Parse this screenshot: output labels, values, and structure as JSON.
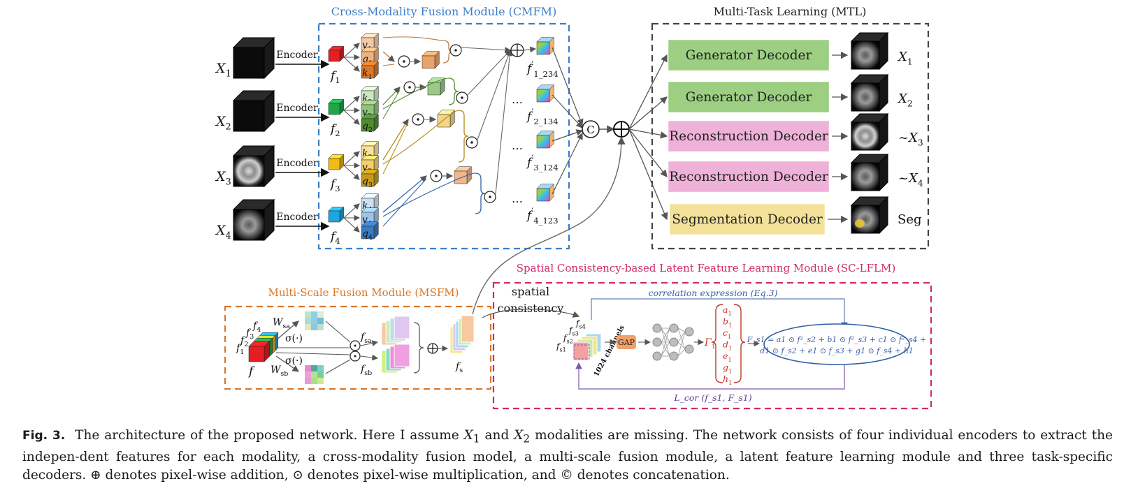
{
  "modules": {
    "cmfm": {
      "title": "Cross-Modality Fusion Module (CMFM)",
      "color": "#3a7ec8"
    },
    "mtl": {
      "title": "Multi-Task Learning (MTL)",
      "color": "#444444"
    },
    "msfm": {
      "title": "Multi-Scale Fusion Module (MSFM)",
      "color": "#d9782a"
    },
    "sclflm": {
      "title": "Spatial Consistency-based Latent Feature Learning Module (SC-LFLM)",
      "color": "#d02a6a"
    }
  },
  "inputs": [
    {
      "label": "X",
      "sub": "1",
      "image": "blank"
    },
    {
      "label": "X",
      "sub": "2",
      "image": "blank"
    },
    {
      "label": "X",
      "sub": "3",
      "image": "brain-mri"
    },
    {
      "label": "X",
      "sub": "4",
      "image": "brain-mri"
    }
  ],
  "encoder_label": "Encoder",
  "features": [
    {
      "label": "f",
      "sub": "1",
      "color": "#e61d23"
    },
    {
      "label": "f",
      "sub": "2",
      "color": "#1fa64b"
    },
    {
      "label": "f",
      "sub": "3",
      "color": "#f1bb17"
    },
    {
      "label": "f",
      "sub": "4",
      "color": "#1ea6e0"
    }
  ],
  "qkv": [
    [
      {
        "l": "v",
        "s": "1"
      },
      {
        "l": "q",
        "s": "1"
      },
      {
        "l": "k",
        "s": "1"
      }
    ],
    [
      {
        "l": "k",
        "s": "2"
      },
      {
        "l": "v",
        "s": "2"
      },
      {
        "l": "q",
        "s": "2"
      }
    ],
    [
      {
        "l": "k",
        "s": "3"
      },
      {
        "l": "v",
        "s": "3"
      },
      {
        "l": "q",
        "s": "3"
      }
    ],
    [
      {
        "l": "k",
        "s": "4"
      },
      {
        "l": "v",
        "s": "4"
      },
      {
        "l": "q",
        "s": "4"
      }
    ]
  ],
  "fused_outputs": [
    {
      "label": "f",
      "prime": "′",
      "sub": "1_234"
    },
    {
      "label": "f",
      "prime": "′",
      "sub": "2_134"
    },
    {
      "label": "f",
      "prime": "′",
      "sub": "3_124"
    },
    {
      "label": "f",
      "prime": "′",
      "sub": "4_123"
    }
  ],
  "ellipsis": "…",
  "symbols": {
    "concat": "C",
    "add": "⊕",
    "mult": "⊙"
  },
  "decoders": [
    {
      "label": "Generator Decoder",
      "fill": "#9ccf81",
      "out_label": "X",
      "out_sub": "1",
      "out_prefix": ""
    },
    {
      "label": "Generator Decoder",
      "fill": "#9ccf81",
      "out_label": "X",
      "out_sub": "2",
      "out_prefix": ""
    },
    {
      "label": "Reconstruction Decoder",
      "fill": "#eeb1d8",
      "out_label": "X",
      "out_sub": "3",
      "out_prefix": "~"
    },
    {
      "label": "Reconstruction Decoder",
      "fill": "#eeb1d8",
      "out_label": "X",
      "out_sub": "4",
      "out_prefix": "~"
    },
    {
      "label": "Segmentation Decoder",
      "fill": "#f3e19a",
      "out_label": "Seg",
      "out_sub": "",
      "out_prefix": ""
    }
  ],
  "msfm": {
    "f_label": "f",
    "stack_labels": [
      "f",
      "f",
      "f",
      "f"
    ],
    "stack_subs": [
      "1",
      "2",
      "3",
      "4"
    ],
    "w_sa": {
      "l": "W",
      "s": "sa"
    },
    "w_sb": {
      "l": "W",
      "s": "sb"
    },
    "sigma": "σ(·)",
    "f_sa": {
      "l": "f",
      "s": "sa"
    },
    "f_sb": {
      "l": "f",
      "s": "sb"
    },
    "f_s": {
      "l": "f",
      "s": "s"
    }
  },
  "spatial_consistency": "spatial\nconsistency",
  "sclflm": {
    "corr_expr": "correlation expression (Eq.3)",
    "gap": "GAP",
    "channels": "1024 channels",
    "gamma": "Γ",
    "gamma_sub": "1",
    "coeffs": [
      {
        "l": "a",
        "s": "1"
      },
      {
        "l": "b",
        "s": "1"
      },
      {
        "l": "c",
        "s": "1"
      },
      {
        "l": "d",
        "s": "1"
      },
      {
        "l": "e",
        "s": "1"
      },
      {
        "l": "g",
        "s": "1"
      },
      {
        "l": "h",
        "s": "1"
      }
    ],
    "fs_labels": [
      "f",
      "f",
      "f",
      "f"
    ],
    "fs_subs": [
      "s1",
      "s2",
      "s3",
      "s4"
    ],
    "equation_line1": "F_s1 = a1 ⊙ f²_s2 + b1 ⊙ f²_s3 + c1 ⊙ f²_s4 +",
    "equation_line2": "d1 ⊙ f_s2 + e1 ⊙ f_s3 + g1 ⊙ f_s4 + h1",
    "loss": "L_cor (f_s1, F_s1)"
  },
  "caption": {
    "label": "Fig. 3.",
    "text_1": "The architecture of the proposed network. Here I assume ",
    "x1": "X",
    "x1_sub": "1",
    "and": " and ",
    "x2": "X",
    "x2_sub": "2",
    "text_2": " modalities are missing. The network consists of four individual encoders to extract the indepen-dent features for each modality, a cross-modality fusion model, a multi-scale fusion module, a latent feature learning module and three task-specific decoders. ⊕ denotes pixel-wise addition, ⊙ denotes pixel-wise multiplication, and © denotes concatenation."
  }
}
